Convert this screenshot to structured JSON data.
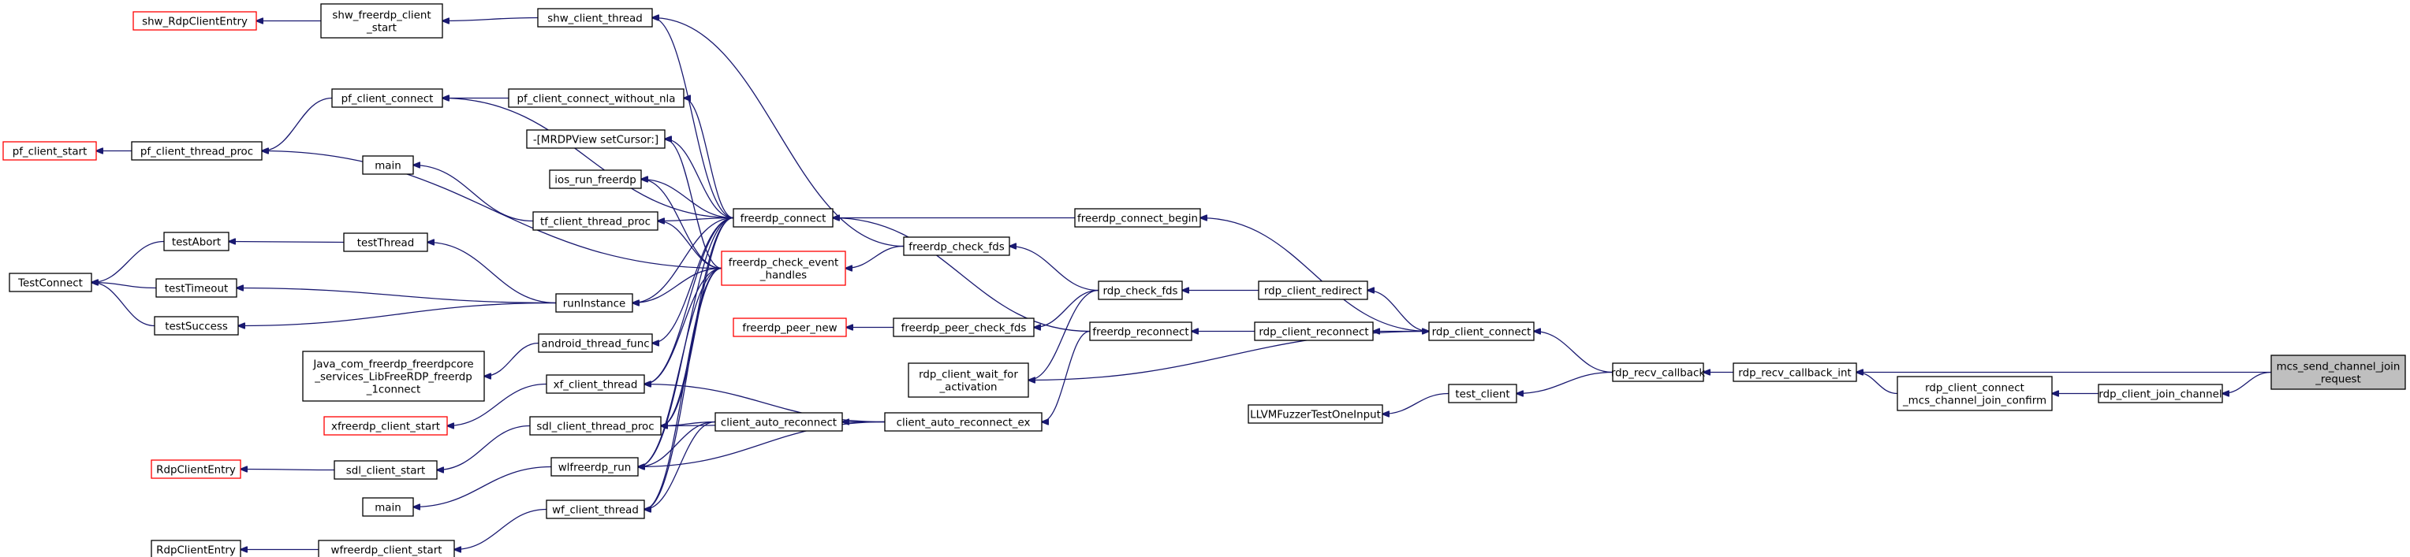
{
  "nodes": {
    "mcs_send_channel_join_request": {
      "lines": [
        "mcs_send_channel_join",
        "_request"
      ],
      "style": "focus"
    },
    "rdp_client_join_channel": {
      "lines": [
        "rdp_client_join_channel"
      ],
      "style": "normal"
    },
    "rdp_client_connect_mcs_channel_join_confirm": {
      "lines": [
        "rdp_client_connect",
        "_mcs_channel_join_confirm"
      ],
      "style": "normal"
    },
    "rdp_recv_callback_int": {
      "lines": [
        "rdp_recv_callback_int"
      ],
      "style": "normal"
    },
    "rdp_recv_callback": {
      "lines": [
        "rdp_recv_callback"
      ],
      "style": "normal"
    },
    "rdp_client_connect": {
      "lines": [
        "rdp_client_connect"
      ],
      "style": "normal"
    },
    "test_client": {
      "lines": [
        "test_client"
      ],
      "style": "normal"
    },
    "LLVMFuzzerTestOneInput": {
      "lines": [
        "LLVMFuzzerTestOneInput"
      ],
      "style": "normal"
    },
    "freerdp_connect_begin": {
      "lines": [
        "freerdp_connect_begin"
      ],
      "style": "normal"
    },
    "rdp_client_redirect": {
      "lines": [
        "rdp_client_redirect"
      ],
      "style": "normal"
    },
    "rdp_client_reconnect": {
      "lines": [
        "rdp_client_reconnect"
      ],
      "style": "normal"
    },
    "rdp_check_fds": {
      "lines": [
        "rdp_check_fds"
      ],
      "style": "normal"
    },
    "freerdp_reconnect": {
      "lines": [
        "freerdp_reconnect"
      ],
      "style": "normal"
    },
    "rdp_client_wait_for_activation": {
      "lines": [
        "rdp_client_wait_for",
        "_activation"
      ],
      "style": "normal"
    },
    "client_auto_reconnect_ex": {
      "lines": [
        "client_auto_reconnect_ex"
      ],
      "style": "normal"
    },
    "freerdp_check_fds": {
      "lines": [
        "freerdp_check_fds"
      ],
      "style": "normal"
    },
    "freerdp_peer_check_fds": {
      "lines": [
        "freerdp_peer_check_fds"
      ],
      "style": "normal"
    },
    "freerdp_peer_new": {
      "lines": [
        "freerdp_peer_new"
      ],
      "style": "red"
    },
    "freerdp_connect": {
      "lines": [
        "freerdp_connect"
      ],
      "style": "normal"
    },
    "freerdp_check_event_handles": {
      "lines": [
        "freerdp_check_event",
        "_handles"
      ],
      "style": "red"
    },
    "client_auto_reconnect": {
      "lines": [
        "client_auto_reconnect"
      ],
      "style": "normal"
    },
    "shw_client_thread": {
      "lines": [
        "shw_client_thread"
      ],
      "style": "normal"
    },
    "pf_client_connect_without_nla": {
      "lines": [
        "pf_client_connect_without_nla"
      ],
      "style": "normal"
    },
    "mrdpview_setcursor": {
      "lines": [
        "-[MRDPView setCursor:]"
      ],
      "style": "normal"
    },
    "ios_run_freerdp": {
      "lines": [
        "ios_run_freerdp"
      ],
      "style": "normal"
    },
    "tf_client_thread_proc": {
      "lines": [
        "tf_client_thread_proc"
      ],
      "style": "normal"
    },
    "runInstance": {
      "lines": [
        "runInstance"
      ],
      "style": "normal"
    },
    "android_thread_func": {
      "lines": [
        "android_thread_func"
      ],
      "style": "normal"
    },
    "xf_client_thread": {
      "lines": [
        "xf_client_thread"
      ],
      "style": "normal"
    },
    "sdl_client_thread_proc": {
      "lines": [
        "sdl_client_thread_proc"
      ],
      "style": "normal"
    },
    "wlfreerdp_run": {
      "lines": [
        "wlfreerdp_run"
      ],
      "style": "normal"
    },
    "wf_client_thread": {
      "lines": [
        "wf_client_thread"
      ],
      "style": "normal"
    },
    "shw_freerdp_client_start": {
      "lines": [
        "shw_freerdp_client",
        "_start"
      ],
      "style": "normal"
    },
    "shw_RdpClientEntry": {
      "lines": [
        "shw_RdpClientEntry"
      ],
      "style": "red"
    },
    "pf_client_connect": {
      "lines": [
        "pf_client_connect"
      ],
      "style": "normal"
    },
    "pf_client_thread_proc": {
      "lines": [
        "pf_client_thread_proc"
      ],
      "style": "normal"
    },
    "pf_client_start": {
      "lines": [
        "pf_client_start"
      ],
      "style": "red"
    },
    "main_1": {
      "lines": [
        "main"
      ],
      "style": "normal"
    },
    "testThread": {
      "lines": [
        "testThread"
      ],
      "style": "normal"
    },
    "testAbort": {
      "lines": [
        "testAbort"
      ],
      "style": "normal"
    },
    "testTimeout": {
      "lines": [
        "testTimeout"
      ],
      "style": "normal"
    },
    "testSuccess": {
      "lines": [
        "testSuccess"
      ],
      "style": "normal"
    },
    "TestConnect": {
      "lines": [
        "TestConnect"
      ],
      "style": "normal"
    },
    "java_connect": {
      "lines": [
        "Java_com_freerdp_freerdpcore",
        "_services_LibFreeRDP_freerdp",
        "_1connect"
      ],
      "style": "normal"
    },
    "xfreerdp_client_start": {
      "lines": [
        "xfreerdp_client_start"
      ],
      "style": "red"
    },
    "sdl_client_start": {
      "lines": [
        "sdl_client_start"
      ],
      "style": "normal"
    },
    "RdpClientEntry_red": {
      "lines": [
        "RdpClientEntry"
      ],
      "style": "red"
    },
    "main_2": {
      "lines": [
        "main"
      ],
      "style": "normal"
    },
    "wfreerdp_client_start": {
      "lines": [
        "wfreerdp_client_start"
      ],
      "style": "normal"
    },
    "RdpClientEntry": {
      "lines": [
        "RdpClientEntry"
      ],
      "style": "normal"
    }
  },
  "edges": [
    [
      "rdp_client_join_channel",
      "mcs_send_channel_join_request"
    ],
    [
      "rdp_recv_callback_int",
      "mcs_send_channel_join_request"
    ],
    [
      "rdp_client_connect_mcs_channel_join_confirm",
      "rdp_client_join_channel"
    ],
    [
      "rdp_recv_callback_int",
      "rdp_client_connect_mcs_channel_join_confirm"
    ],
    [
      "rdp_recv_callback",
      "rdp_recv_callback_int"
    ],
    [
      "rdp_client_connect",
      "rdp_recv_callback"
    ],
    [
      "test_client",
      "rdp_recv_callback"
    ],
    [
      "LLVMFuzzerTestOneInput",
      "test_client"
    ],
    [
      "freerdp_connect_begin",
      "rdp_client_connect"
    ],
    [
      "rdp_client_redirect",
      "rdp_client_connect"
    ],
    [
      "rdp_client_reconnect",
      "rdp_client_connect"
    ],
    [
      "rdp_client_connect",
      "rdp_client_wait_for_activation"
    ],
    [
      "freerdp_connect",
      "freerdp_connect_begin"
    ],
    [
      "rdp_check_fds",
      "rdp_client_redirect"
    ],
    [
      "freerdp_reconnect",
      "rdp_client_reconnect"
    ],
    [
      "freerdp_check_fds",
      "rdp_check_fds"
    ],
    [
      "freerdp_peer_check_fds",
      "rdp_check_fds"
    ],
    [
      "rdp_client_wait_for_activation",
      "rdp_check_fds"
    ],
    [
      "client_auto_reconnect_ex",
      "freerdp_reconnect"
    ],
    [
      "freerdp_connect",
      "freerdp_reconnect"
    ],
    [
      "freerdp_peer_new",
      "freerdp_peer_check_fds"
    ],
    [
      "freerdp_check_event_handles",
      "freerdp_check_fds"
    ],
    [
      "shw_client_thread",
      "freerdp_check_fds"
    ],
    [
      "client_auto_reconnect",
      "client_auto_reconnect_ex"
    ],
    [
      "sdl_client_thread_proc",
      "client_auto_reconnect_ex"
    ],
    [
      "wlfreerdp_run",
      "client_auto_reconnect_ex"
    ],
    [
      "xf_client_thread",
      "client_auto_reconnect_ex"
    ],
    [
      "shw_client_thread",
      "freerdp_connect"
    ],
    [
      "pf_client_connect",
      "freerdp_connect"
    ],
    [
      "pf_client_connect_without_nla",
      "freerdp_connect"
    ],
    [
      "mrdpview_setcursor",
      "freerdp_connect"
    ],
    [
      "ios_run_freerdp",
      "freerdp_connect"
    ],
    [
      "tf_client_thread_proc",
      "freerdp_connect"
    ],
    [
      "runInstance",
      "freerdp_connect"
    ],
    [
      "android_thread_func",
      "freerdp_connect"
    ],
    [
      "xf_client_thread",
      "freerdp_connect"
    ],
    [
      "sdl_client_thread_proc",
      "freerdp_connect"
    ],
    [
      "wlfreerdp_run",
      "freerdp_connect"
    ],
    [
      "wf_client_thread",
      "freerdp_connect"
    ],
    [
      "pf_client_thread_proc",
      "freerdp_check_event_handles"
    ],
    [
      "mrdpview_setcursor",
      "freerdp_check_event_handles"
    ],
    [
      "ios_run_freerdp",
      "freerdp_check_event_handles"
    ],
    [
      "tf_client_thread_proc",
      "freerdp_check_event_handles"
    ],
    [
      "runInstance",
      "freerdp_check_event_handles"
    ],
    [
      "xf_client_thread",
      "freerdp_check_event_handles"
    ],
    [
      "sdl_client_thread_proc",
      "freerdp_check_event_handles"
    ],
    [
      "wlfreerdp_run",
      "freerdp_check_event_handles"
    ],
    [
      "wf_client_thread",
      "freerdp_check_event_handles"
    ],
    [
      "sdl_client_thread_proc",
      "client_auto_reconnect"
    ],
    [
      "wlfreerdp_run",
      "client_auto_reconnect"
    ],
    [
      "wf_client_thread",
      "client_auto_reconnect"
    ],
    [
      "shw_freerdp_client_start",
      "shw_client_thread"
    ],
    [
      "shw_RdpClientEntry",
      "shw_freerdp_client_start"
    ],
    [
      "pf_client_connect",
      "pf_client_connect_without_nla"
    ],
    [
      "pf_client_thread_proc",
      "pf_client_connect"
    ],
    [
      "pf_client_start",
      "pf_client_thread_proc"
    ],
    [
      "main_1",
      "tf_client_thread_proc"
    ],
    [
      "testThread",
      "runInstance"
    ],
    [
      "testTimeout",
      "runInstance"
    ],
    [
      "testSuccess",
      "runInstance"
    ],
    [
      "testAbort",
      "testThread"
    ],
    [
      "TestConnect",
      "testAbort"
    ],
    [
      "TestConnect",
      "testTimeout"
    ],
    [
      "TestConnect",
      "testSuccess"
    ],
    [
      "java_connect",
      "android_thread_func"
    ],
    [
      "xfreerdp_client_start",
      "xf_client_thread"
    ],
    [
      "sdl_client_start",
      "sdl_client_thread_proc"
    ],
    [
      "RdpClientEntry_red",
      "sdl_client_start"
    ],
    [
      "main_2",
      "wlfreerdp_run"
    ],
    [
      "wfreerdp_client_start",
      "wf_client_thread"
    ],
    [
      "RdpClientEntry",
      "wfreerdp_client_start"
    ]
  ]
}
